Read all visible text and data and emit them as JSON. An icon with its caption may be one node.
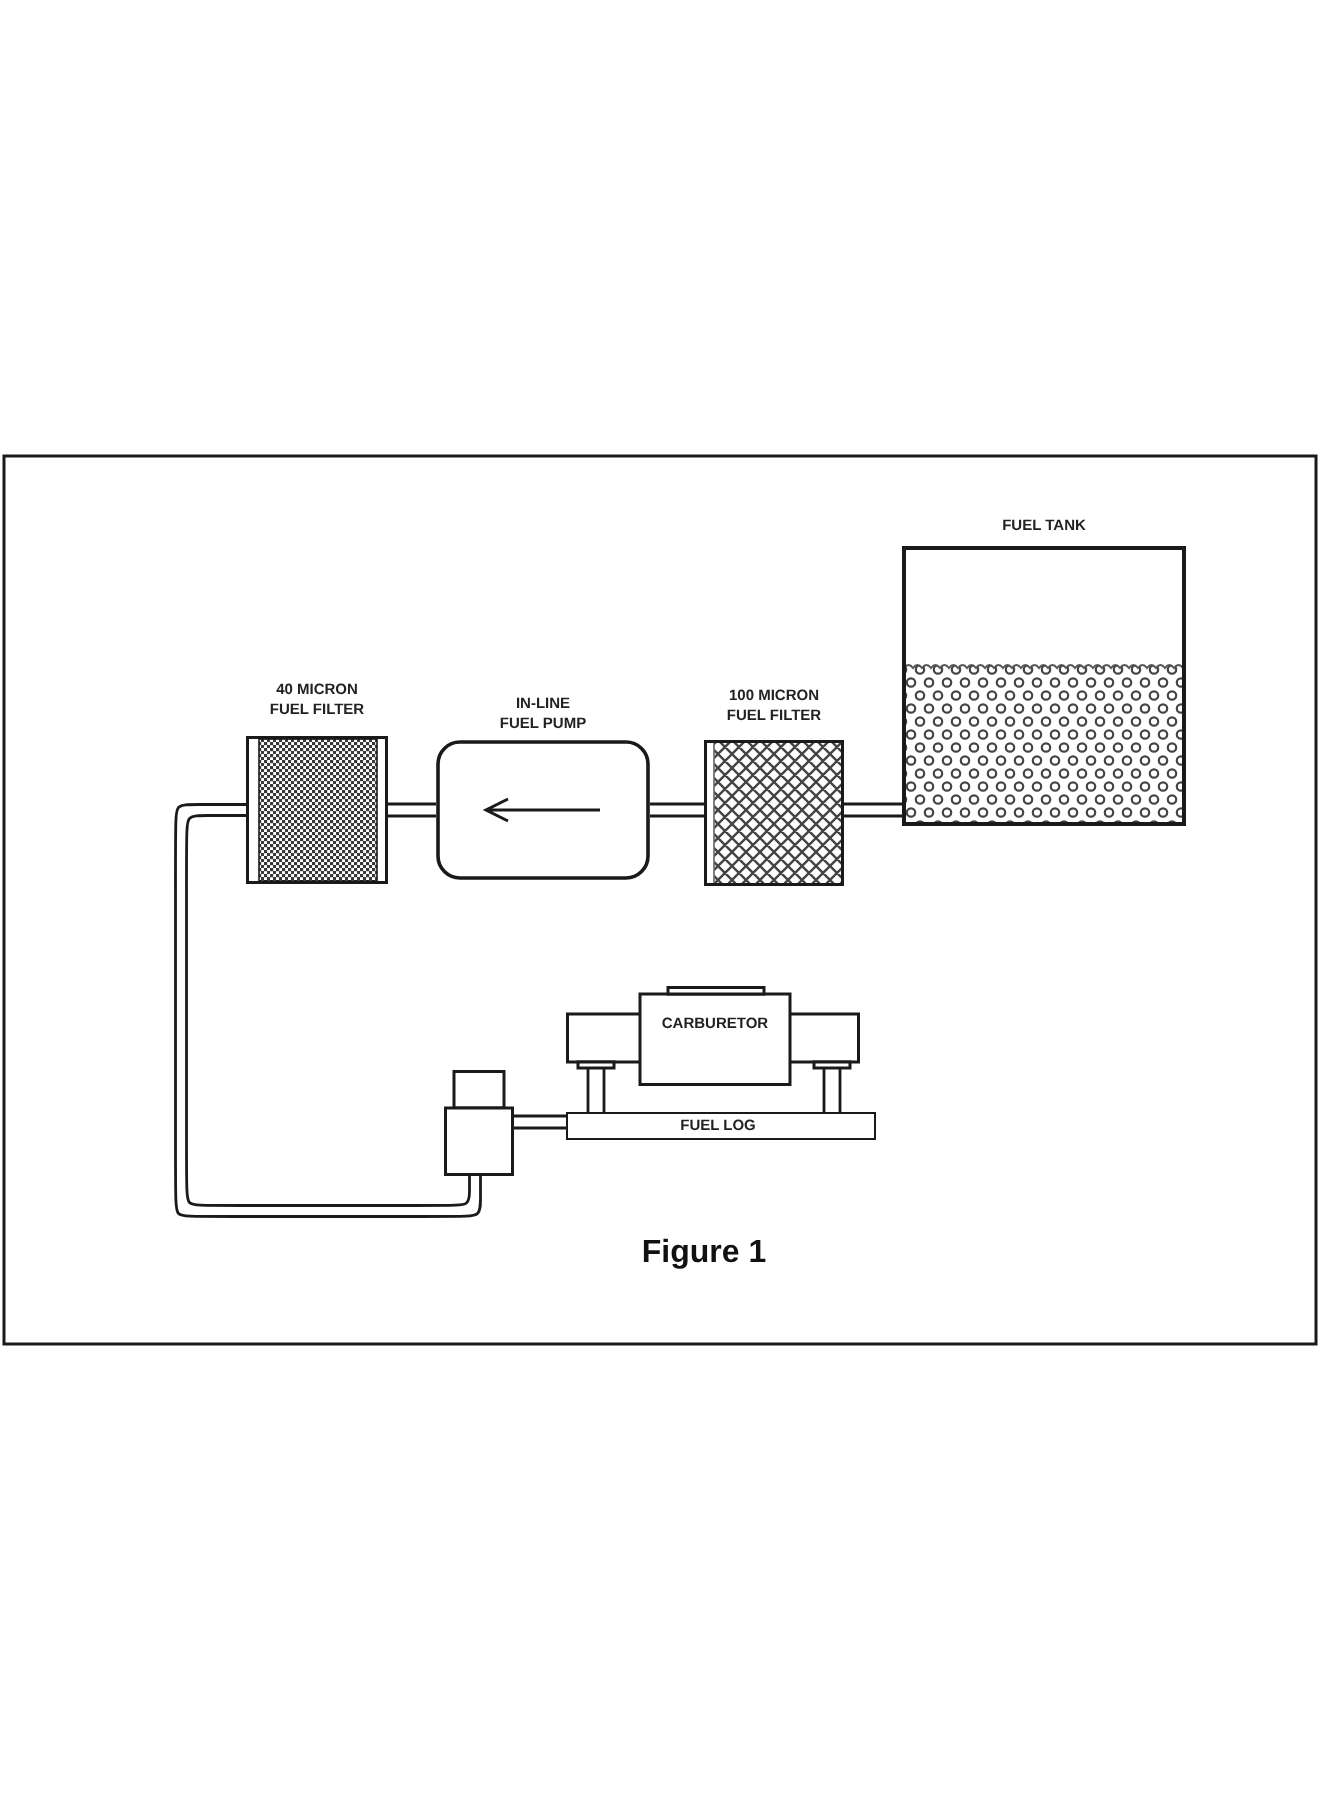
{
  "diagram": {
    "caption": "Figure 1",
    "nodes": [
      {
        "text": [
          "40 MICRON FUEL FILTER"
        ]
      },
      {
        "text": [
          "IN-LINE FUEL PUMP"
        ]
      },
      {
        "text": [
          "100 MICRON FUEL FILTER"
        ]
      },
      {
        "text": [
          "FUEL TANK"
        ]
      },
      {
        "text": [
          "CARBURETOR"
        ]
      },
      {
        "text": [],
        "shape": "box"
      },
      {
        "text": [
          "FUEL LOG"
        ]
      }
    ],
    "edges": [
      {
        "from": 3,
        "to": 2,
        "arrow": "none"
      },
      {
        "from": 2,
        "to": 1,
        "arrow": "none"
      },
      {
        "from": 1,
        "to": 0,
        "arrow": "none"
      },
      {
        "from": 0,
        "to": 5,
        "arrow": "none"
      },
      {
        "from": 5,
        "to": 6,
        "arrow": "none"
      },
      {
        "from": 6,
        "to": 4,
        "arrow": "none"
      },
      {
        "from": 6,
        "to": 4,
        "arrow": "none"
      }
    ]
  }
}
